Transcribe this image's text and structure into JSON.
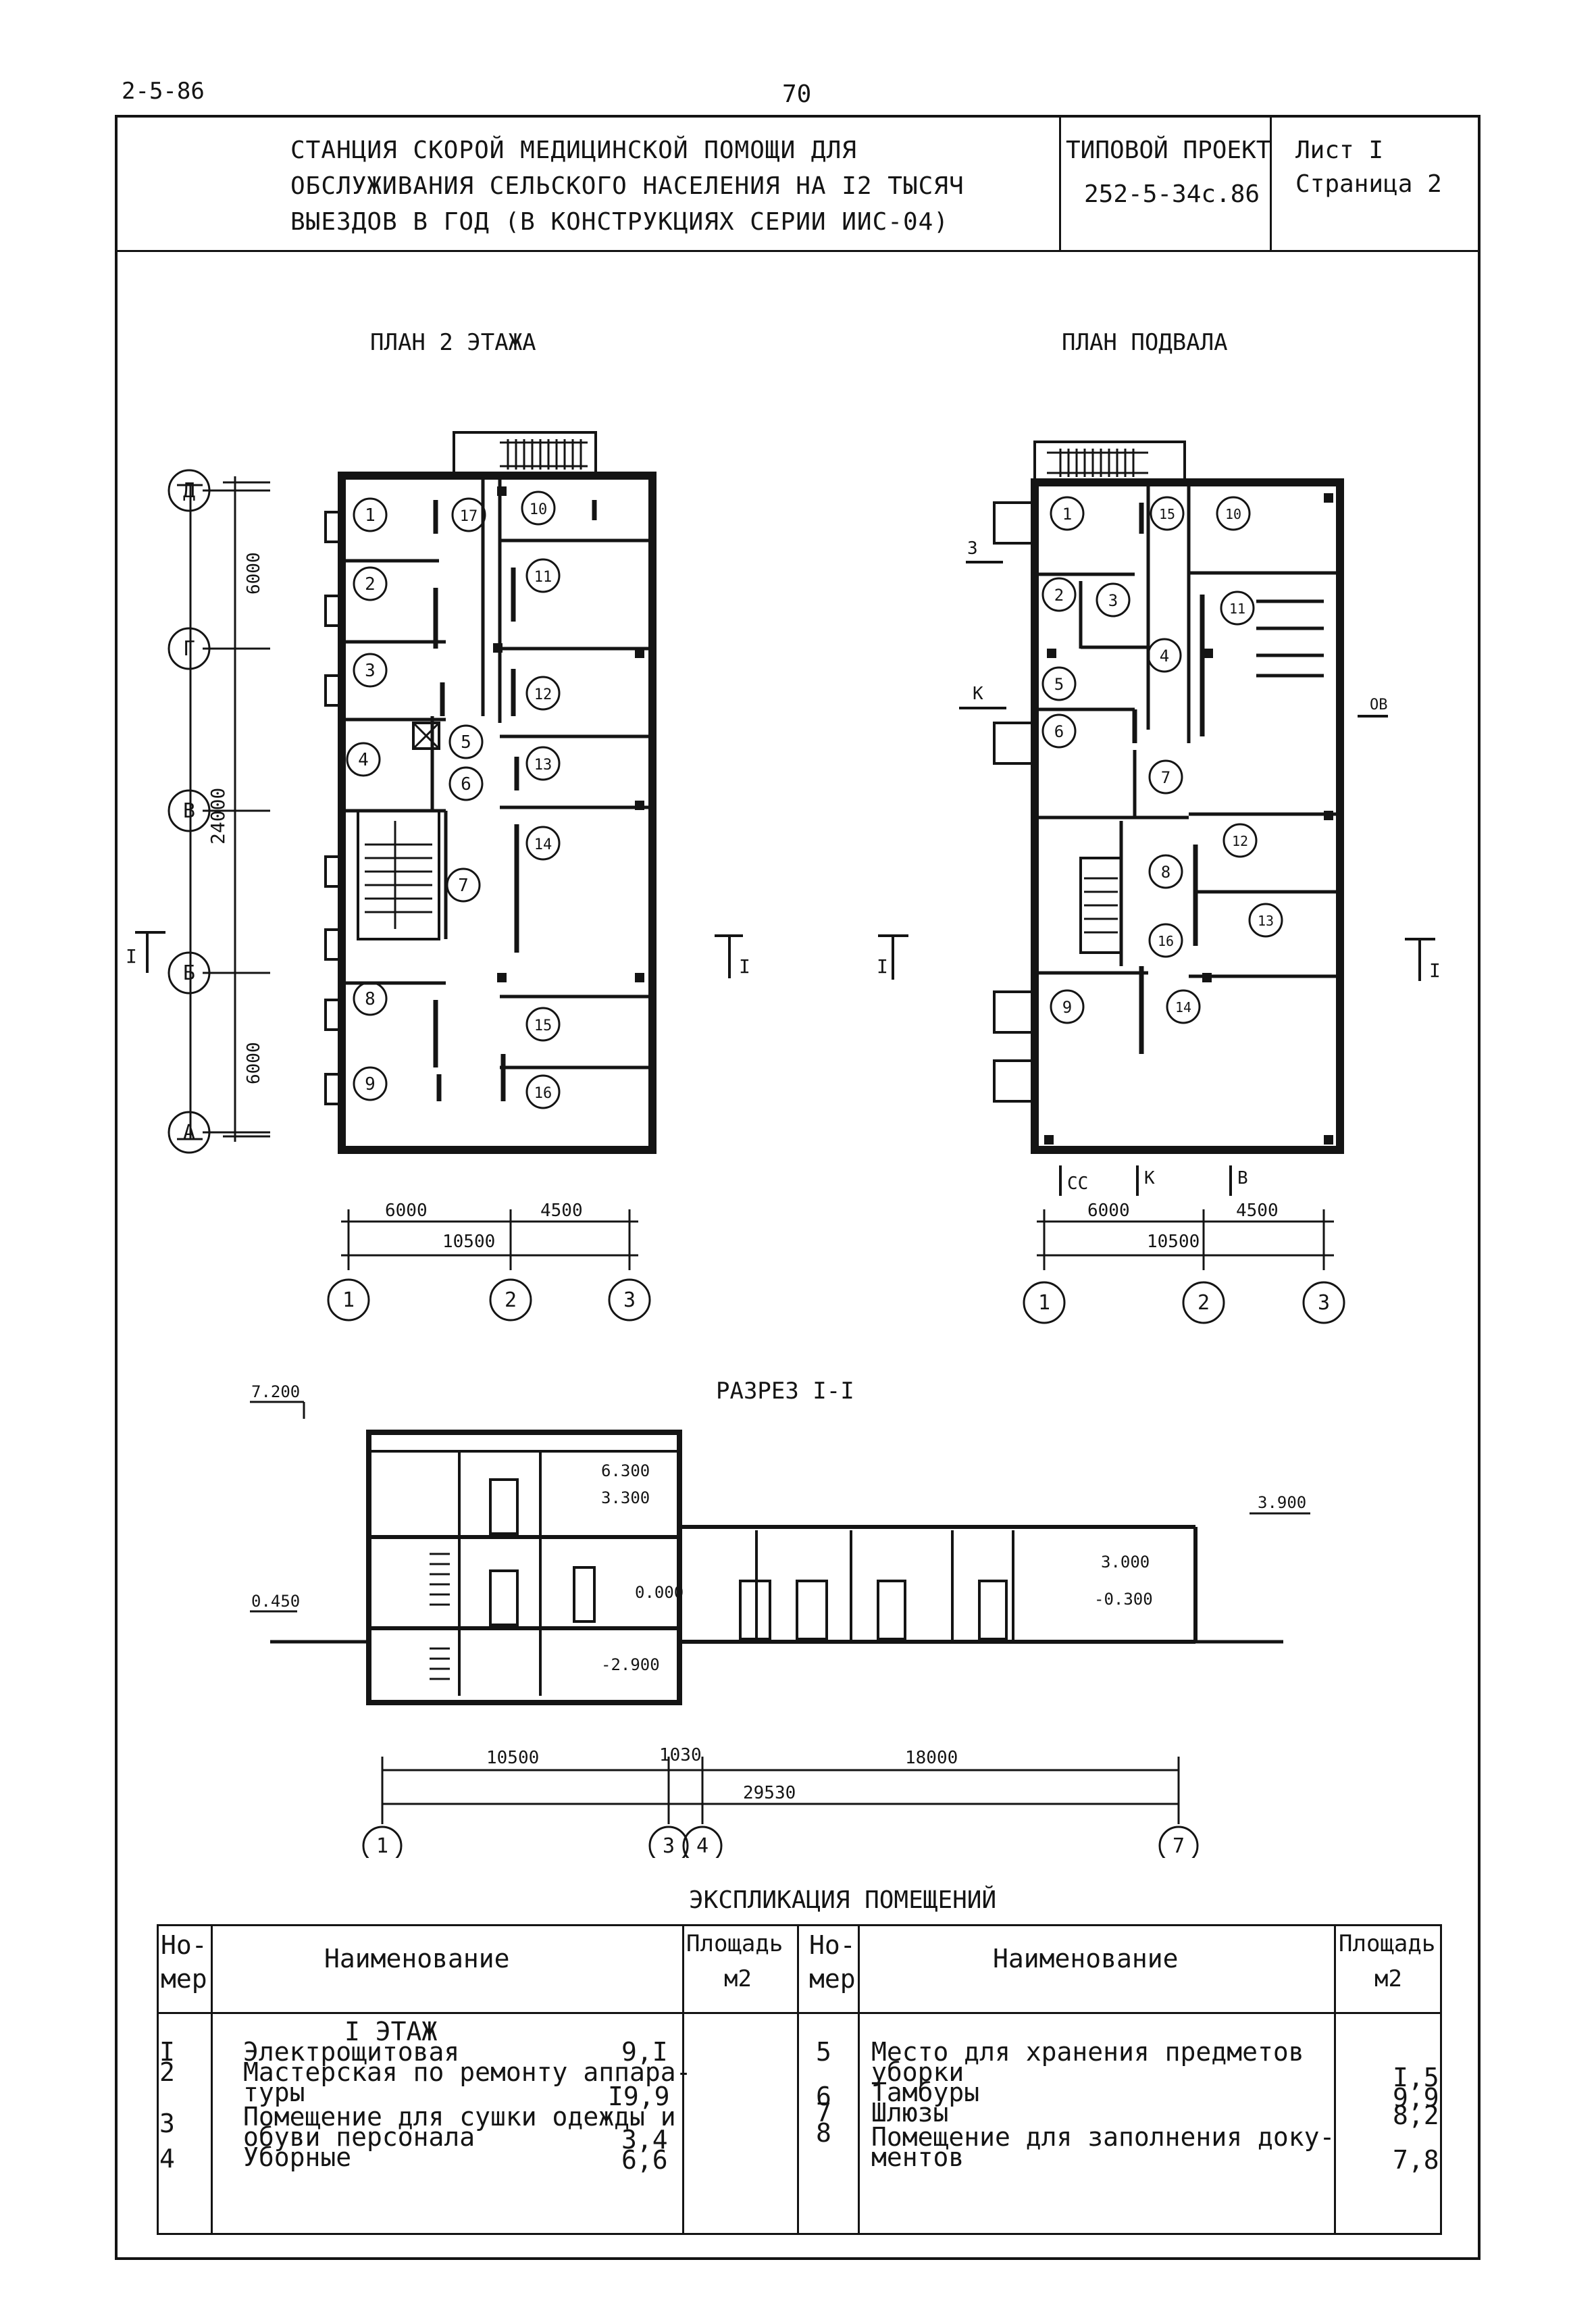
{
  "sheet": {
    "corner_code": "2-5-86",
    "page_number": "70",
    "title_lines": [
      "СТАНЦИЯ СКОРОЙ МЕДИЦИНСКОЙ ПОМОЩИ ДЛЯ",
      "ОБСЛУЖИВАНИЯ СЕЛЬСКОГО НАСЕЛЕНИЯ НА I2 ТЫСЯЧ",
      "ВЫЕЗДОВ В ГОД (В КОНСТРУКЦИЯХ СЕРИИ ИИС-04)"
    ],
    "project_label": "ТИПОВОЙ ПРОЕКТ",
    "project_number": "252-5-34с.86",
    "sheet_label": "Лист I",
    "page_label": "Страница 2"
  },
  "plan2": {
    "title": "ПЛАН 2 ЭТАЖА",
    "axes_rows": [
      "Д",
      "Г",
      "В",
      "Б",
      "А"
    ],
    "axes_cols": [
      "1",
      "2",
      "3"
    ],
    "dims_vertical": [
      "6000",
      "24000",
      "6000"
    ],
    "dims_horizontal": [
      "6000",
      "4500",
      "10500"
    ],
    "rooms": [
      "1",
      "2",
      "3",
      "4",
      "5",
      "6",
      "7",
      "8",
      "9",
      "10",
      "11",
      "12",
      "13",
      "14",
      "15",
      "16",
      "17"
    ],
    "section_mark": "I"
  },
  "basement": {
    "title": "ПЛАН ПОДВАЛА",
    "axes_cols": [
      "1",
      "2",
      "3"
    ],
    "dims_horizontal": [
      "6000",
      "4500",
      "10500"
    ],
    "rooms": [
      "1",
      "2",
      "3",
      "4",
      "5",
      "6",
      "7",
      "8",
      "9",
      "10",
      "11",
      "12",
      "13",
      "14",
      "15",
      "16"
    ],
    "arrows": {
      "west_top": "З",
      "west_mid": "К",
      "east": "ОВ",
      "bottom_1": "СС",
      "bottom_2": "К",
      "bottom_3": "В"
    },
    "section_mark": "I"
  },
  "section": {
    "title": "РАЗРЕЗ I-I",
    "levels": {
      "roof_left": "7.200",
      "upper": "6.300",
      "middle": "3.300",
      "entry": "0.450",
      "floor": "0.000",
      "basement": "-2.900",
      "right_top": "3.900",
      "right_mid": "3.000",
      "right_floor": "-0.300"
    },
    "dims": [
      "10500",
      "1030",
      "18000",
      "29530"
    ],
    "axes": [
      "1",
      "3",
      "4",
      "7"
    ]
  },
  "explication": {
    "title": "ЭКСПЛИКАЦИЯ ПОМЕЩЕНИЙ",
    "headers": {
      "num_top": "Но-",
      "num_bottom": "мер",
      "name": "Наименование",
      "area_top": "Площадь",
      "area_bottom": "м2"
    },
    "floor_label": "I ЭТАЖ",
    "left_rows": [
      {
        "num": "I",
        "name": [
          "Электрощитовая"
        ],
        "area": "9,I"
      },
      {
        "num": "2",
        "name": [
          "Мастерская по ремонту аппара-",
          "туры"
        ],
        "area": "I9,9"
      },
      {
        "num": "3",
        "name": [
          "Помещение для сушки одежды и",
          "обуви персонала"
        ],
        "area": "3,4"
      },
      {
        "num": "4",
        "name": [
          "Уборные"
        ],
        "area": "6,6"
      }
    ],
    "right_rows": [
      {
        "num": "5",
        "name": [
          "Место для хранения предметов",
          "уборки"
        ],
        "area": "I,5"
      },
      {
        "num": "6",
        "name": [
          "Тамбуры"
        ],
        "area": "9,9"
      },
      {
        "num": "7",
        "name": [
          "Шлюзы"
        ],
        "area": "8,2"
      },
      {
        "num": "8",
        "name": [
          "Помещение для заполнения доку-",
          "ментов"
        ],
        "area": "7,8"
      }
    ]
  }
}
